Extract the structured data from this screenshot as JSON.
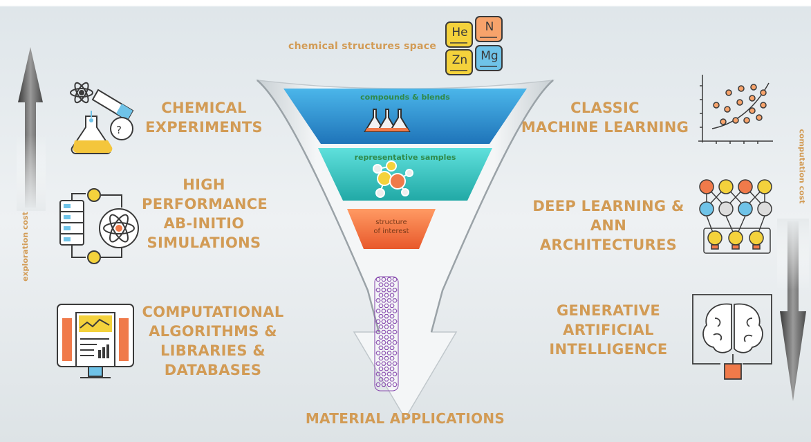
{
  "top": {
    "chemical_space_label": "chemical structures space",
    "elements": [
      "He",
      "N",
      "Zn",
      "Mg"
    ]
  },
  "funnel": {
    "stage1": "compounds & blends",
    "stage2": "representative samples",
    "stage3_line1": "structure",
    "stage3_line2": "of interest",
    "bottom": "MATERIAL APPLICATIONS"
  },
  "left": {
    "cost_label": "exploration cost",
    "items": [
      {
        "lines": [
          "CHEMICAL",
          "EXPERIMENTS"
        ]
      },
      {
        "lines": [
          "HIGH",
          "PERFORMANCE",
          "AB-INITIO",
          "SIMULATIONS"
        ]
      },
      {
        "lines": [
          "COMPUTATIONAL",
          "ALGORITHMS &",
          "LIBRARIES &",
          "DATABASES"
        ]
      }
    ]
  },
  "right": {
    "cost_label": "computation cost",
    "items": [
      {
        "lines": [
          "CLASSIC",
          "MACHINE LEARNING"
        ]
      },
      {
        "lines": [
          "DEEP LEARNING &",
          "ANN ARCHITECTURES"
        ]
      },
      {
        "lines": [
          "GENERATIVE",
          "ARTIFICIAL",
          "INTELLIGENCE"
        ]
      }
    ]
  },
  "colors": {
    "accent": "#d29b55",
    "stage1": "#2a8fcf",
    "stage2": "#3cc9c3",
    "stage3": "#f07a4a",
    "arrow": "#6a6a6a"
  },
  "icons": [
    "atom-icon",
    "flask-icon",
    "test-tube-icon",
    "molecule-icon",
    "server-icon",
    "scatter-plot-icon",
    "neural-network-icon",
    "lightbulb-icon",
    "brain-icon",
    "chip-icon",
    "monitor-report-icon",
    "nanotube-icon"
  ]
}
